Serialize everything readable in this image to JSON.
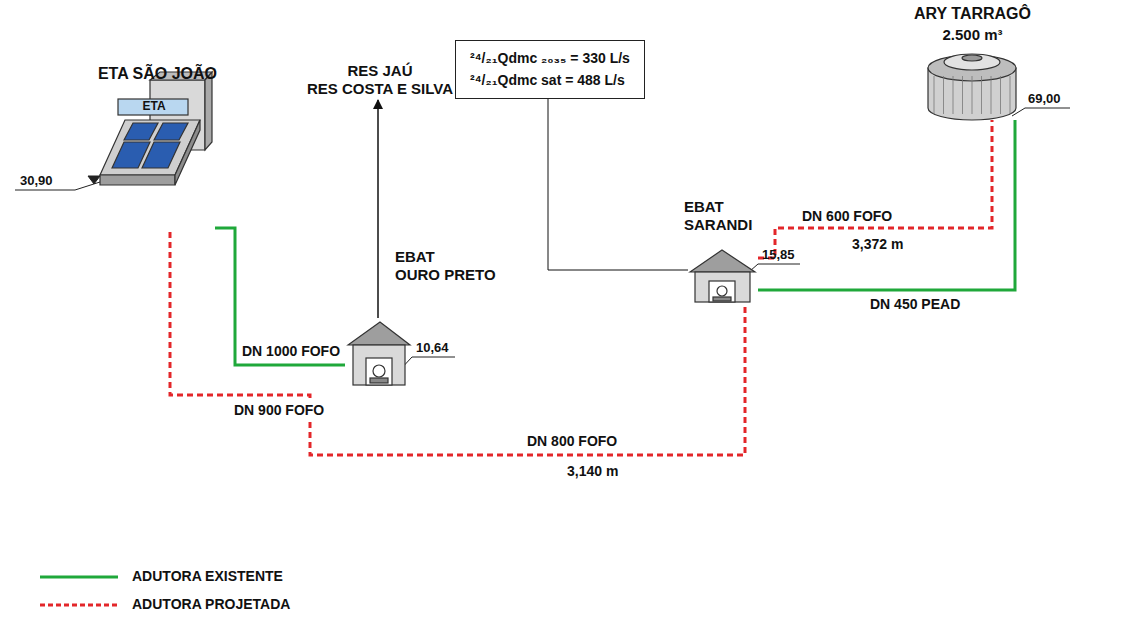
{
  "diagram": {
    "nodes": [
      {
        "text": [
          "ETA SÃO JOÃO",
          "ETA"
        ]
      },
      {
        "text": [
          "RES JAÚ",
          "RES COSTA E SILVA"
        ]
      },
      {
        "text": [
          "EBAT OURO PRETO"
        ]
      },
      {
        "text": [
          "²⁴/₂₁Qdmc ₂₀₃₅ = 330 L/s",
          "²⁴/₂₁Qdmc sat = 488 L/s"
        ]
      },
      {
        "text": [
          "EBAT SARANDI"
        ]
      },
      {
        "text": [
          "ARY TARRAGÔ",
          "2.500 m³"
        ]
      }
    ],
    "edges": [
      {
        "from": 0,
        "to": 2,
        "label": "DN 1000 FOFO",
        "arrow": "none"
      },
      {
        "from": 0,
        "to": 4,
        "label": "DN 800 FOFO",
        "arrow": "none"
      },
      {
        "from": 2,
        "to": 1,
        "arrow": "to"
      },
      {
        "from": 3,
        "to": 4,
        "arrow": "none"
      },
      {
        "from": 4,
        "to": 5,
        "label": "DN 600 FOFO",
        "arrow": "none"
      },
      {
        "from": 4,
        "to": 5,
        "label": "DN 450 PEAD",
        "arrow": "none"
      }
    ],
    "labels": [
      "30,90",
      "10,64",
      "15,85",
      "69,00",
      "DN 900 FOFO",
      "3,140 m",
      "3,372 m"
    ],
    "legend": [
      {
        "text": "ADUTORA EXISTENTE"
      },
      {
        "text": "ADUTORA PROJETADA"
      }
    ]
  }
}
